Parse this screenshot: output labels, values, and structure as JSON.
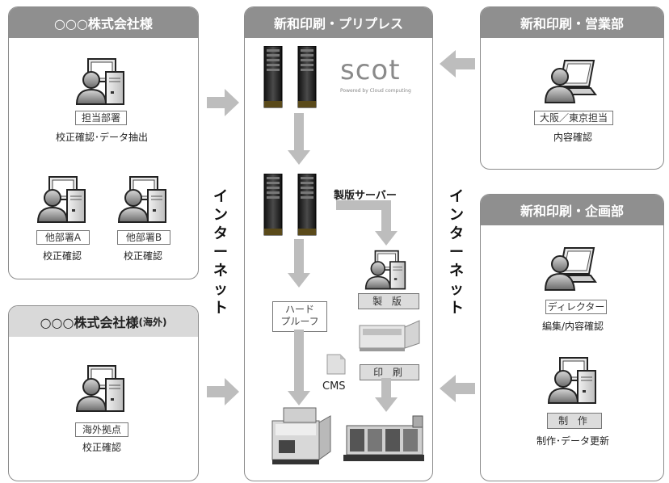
{
  "client_panel": {
    "title": "○○○株式会社様",
    "main_label": "担当部署",
    "main_caption": "校正確認･データ抽出",
    "dept_a_label": "他部署A",
    "dept_a_caption": "校正確認",
    "dept_b_label": "他部署B",
    "dept_b_caption": "校正確認"
  },
  "overseas_panel": {
    "title": "○○○株式会社様",
    "title_suffix": "(海外)",
    "label": "海外拠点",
    "caption": "校正確認"
  },
  "prepress_panel": {
    "title": "新和印刷・プリプレス",
    "scot_logo": "scot",
    "scot_tagline": "Powered by Cloud computing",
    "server_label": "製版サーバー",
    "hard_proof_label": "ハード\nプルーフ",
    "platemaking_label": "製 版",
    "printing_label": "印 刷",
    "cms_label": "CMS"
  },
  "sales_panel": {
    "title": "新和印刷・営業部",
    "label": "大阪／東京担当",
    "caption": "内容確認"
  },
  "planning_panel": {
    "title": "新和印刷・企画部",
    "director_label": "ディレクター",
    "director_caption": "編集/内容確認",
    "production_label": "制 作",
    "production_caption": "制作･データ更新"
  },
  "internet_left": "インターネット",
  "internet_right": "インターネット",
  "icons": [
    "user-desktop-icon",
    "user-laptop-icon",
    "server-icon",
    "proof-printer-icon",
    "printing-press-icon",
    "plate-setter-icon",
    "cms-document-icon"
  ],
  "colors": {
    "header_dark": "#8f8f8f",
    "header_light": "#d9d9d9",
    "arrow": "#bdbdbd",
    "border": "#8c8c8c"
  }
}
